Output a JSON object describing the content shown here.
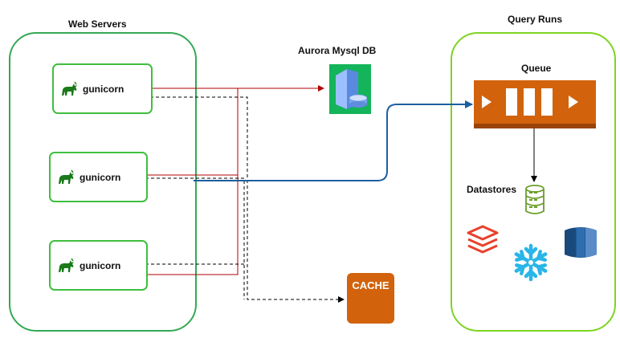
{
  "web_servers": {
    "title": "Web Servers",
    "nodes": [
      {
        "label": "gunicorn"
      },
      {
        "label": "gunicorn"
      },
      {
        "label": "gunicorn"
      }
    ]
  },
  "database": {
    "title": "Aurora Mysql DB"
  },
  "cache": {
    "label": "CACHE"
  },
  "query_runs": {
    "title": "Query Runs",
    "queue_title": "Queue",
    "datastores_title": "Datastores"
  },
  "colors": {
    "group_border": "#34a853",
    "node_border": "#3fbf3f",
    "query_border": "#7ed321",
    "db_edge": "#b20000",
    "queue_edge": "#1d5fa0",
    "queue": "#d2630c",
    "cache": "#d2630c",
    "snowflake": "#29b5e8",
    "databricks": "#e8412d",
    "redshift": "#205b98",
    "datastore_icon": "#6a9e2a",
    "db_icon_bg": "#14b45a"
  }
}
